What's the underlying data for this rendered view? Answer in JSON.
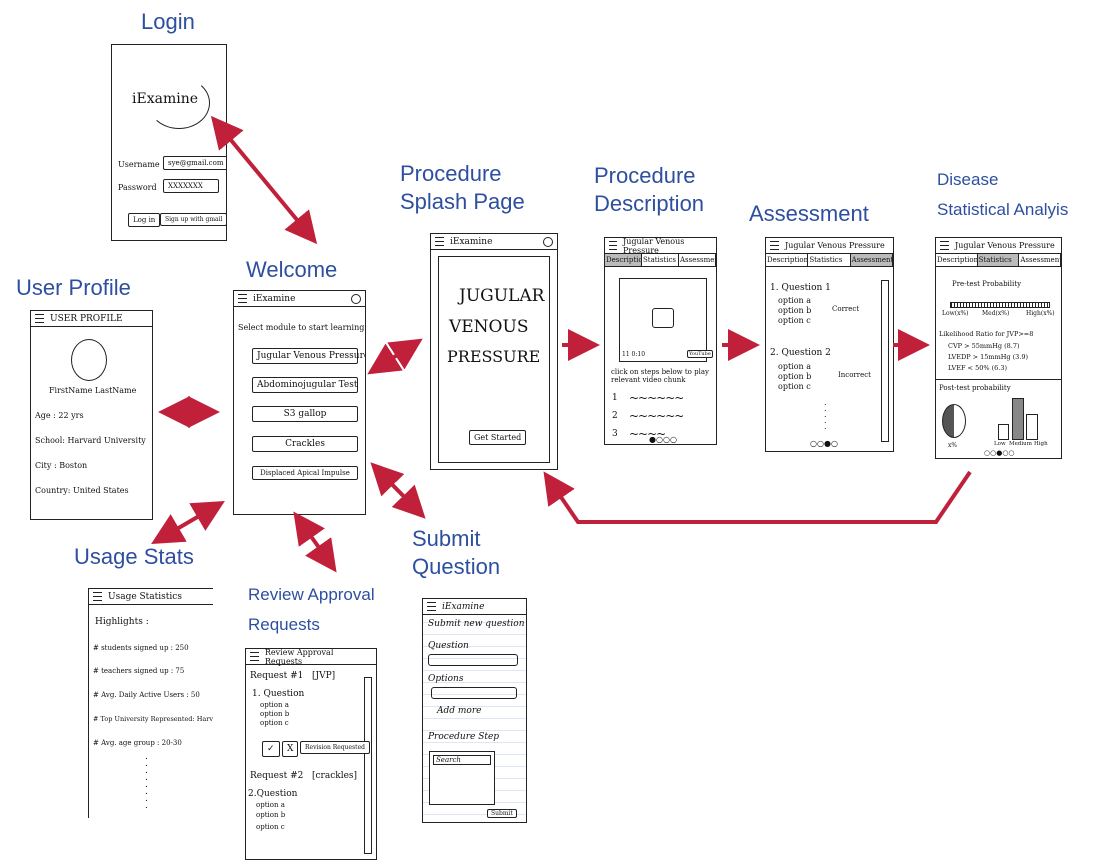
{
  "labels": {
    "login": "Login",
    "user_profile": "User Profile",
    "welcome": "Welcome",
    "usage_stats": "Usage Stats",
    "review": "Review Approval\nRequests",
    "submit": "Submit\nQuestion",
    "splash": "Procedure\nSplash Page",
    "description": "Procedure\nDescription",
    "assessment": "Assessment",
    "disease": "Disease\nStatistical Analyis"
  },
  "login_screen": {
    "logo": "iExamine",
    "username_label": "Username",
    "username_value": "sye@gmail.com",
    "password_label": "Password",
    "password_value": "XXXXXXX",
    "login_button": "Log in",
    "signup_button": "Sign up with gmail"
  },
  "profile_screen": {
    "title": "USER PROFILE",
    "name": "FirstName LastName",
    "age": "Age : 22 yrs",
    "school": "School: Harvard University",
    "city": "City : Boston",
    "country": "Country: United States"
  },
  "welcome_screen": {
    "title": "iExamine",
    "prompt": "Select module to start learning :",
    "modules": [
      "Jugular Venous Pressure",
      "Abdominojugular Test",
      "S3 gallop",
      "Crackles",
      "Displaced Apical Impulse"
    ]
  },
  "usage_screen": {
    "title": "Usage Statistics",
    "heading": "Highlights :",
    "items": [
      "# students signed up : 250",
      "# teachers signed up : 75",
      "# Avg. Daily Active Users : 50",
      "# Top University Represented: Harvard",
      "# Avg. age group : 20-30"
    ]
  },
  "review_screen": {
    "title": "Review Approval Requests",
    "req1": "Request #1",
    "req1_tag": "[JVP]",
    "q1": "1. Question",
    "options": [
      "option a",
      "option b",
      "option c"
    ],
    "approve": "✓",
    "reject": "X",
    "revision": "Revision Requested",
    "req2": "Request #2",
    "req2_tag": "[crackles]",
    "q2": "2.Question"
  },
  "submit_screen": {
    "title": "iExamine",
    "heading": "Submit new question",
    "question": "Question",
    "options": "Options",
    "add": "Add more",
    "step": "Procedure Step",
    "search": "Search",
    "submit": "Submit"
  },
  "splash_screen": {
    "title": "iExamine",
    "line1": "JUGULAR",
    "line2": "VENOUS",
    "line3": "PRESSURE",
    "start": "Get Started"
  },
  "desc_screen": {
    "title": "Jugular Venous Pressure",
    "tabs": [
      "Description",
      "Statistics",
      "Assessment"
    ],
    "player": "11 0:10",
    "youtube": "YouTube",
    "instruction": "click on steps below to play relevant video chunk",
    "steps": [
      "1",
      "2",
      "3"
    ]
  },
  "assess_screen": {
    "title": "Jugular Venous Pressure",
    "tabs": [
      "Description",
      "Statistics",
      "Assessment"
    ],
    "q1": "1. Question 1",
    "q2": "2. Question 2",
    "options": [
      "option a",
      "option b",
      "option c"
    ],
    "correct": "Correct",
    "incorrect": "Incorrect"
  },
  "stats_screen": {
    "title": "Jugular Venous Pressure",
    "tabs": [
      "Description",
      "Statistics",
      "Assessment"
    ],
    "pretest": "Pre-test Probability",
    "slider": [
      "Low(x%)",
      "Med(x%)",
      "High(x%)"
    ],
    "lr": "Likelihood Ratio for JVP>=8",
    "lr_items": [
      "CVP > 55mmHg (8.7)",
      "LVEDP > 15mmHg (3.9)",
      "LVEF < 50% (6.3)"
    ],
    "posttest": "Post-test probability",
    "pie_label": "x%",
    "bars": [
      "Low",
      "Medium",
      "High"
    ]
  },
  "colors": {
    "label": "#2e4fa0",
    "arrow": "#c1203b"
  }
}
